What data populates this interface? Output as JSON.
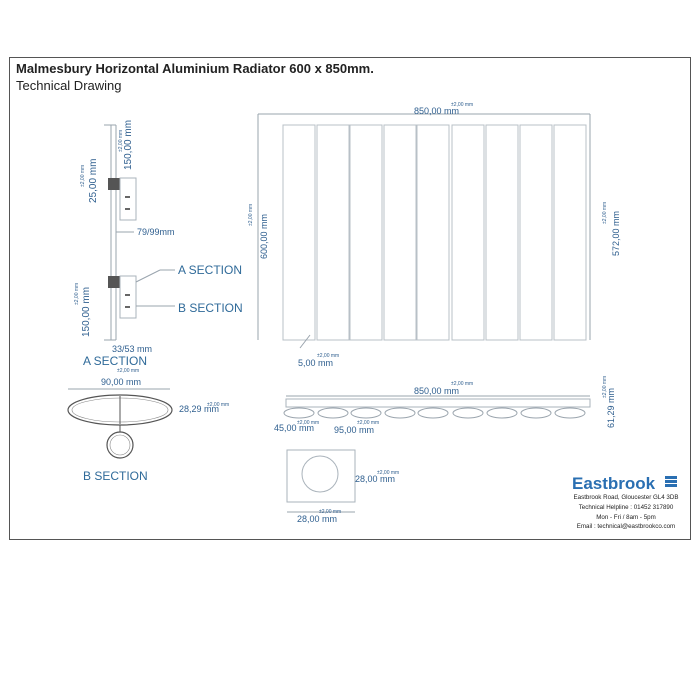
{
  "title": "Malmesbury Horizontal  Aluminium Radiator 600 x 850mm.",
  "subtitle": "Technical Drawing",
  "tolerance": "±2,00 mm",
  "dims": {
    "d150_top": "150,00 mm",
    "d25": "25,00 mm",
    "d79": "79/99mm",
    "d150_bottom": "150,00 mm",
    "d33": "33/53 mm",
    "d850_top": "850,00 mm",
    "d600": "600,00 mm",
    "d572": "572,00 mm",
    "d5": "5,00 mm",
    "d90": "90,00 mm",
    "d2829": "28,29 mm",
    "d850_bottom": "850,00 mm",
    "d6129": "61,29 mm",
    "d45": "45,00 mm",
    "d95": "95,00 mm",
    "d28_right": "28,00 mm",
    "d28_bottom": "28,00 mm"
  },
  "labels": {
    "a_section_side": "A SECTION",
    "b_section_side": "B SECTION",
    "a_section": "A SECTION",
    "b_section": "B SECTION"
  },
  "company": {
    "name": "Eastbrook",
    "address": "Eastbrook Road, Gloucester GL4 3DB",
    "helpline": "Technical Helpline : 01452 317890",
    "hours": "Mon - Fri / 8am - 5pm",
    "email": "Email : technical@eastbrookco.com"
  },
  "colors": {
    "dimension": "#2f5f8f",
    "brand": "#2a6fb2",
    "line": "#9aa4ad"
  }
}
